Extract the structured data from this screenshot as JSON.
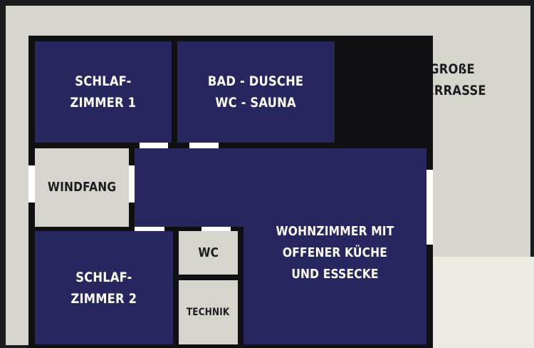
{
  "rooms": {
    "schlafzimmer1": "SCHLAF-\nZIMMER 1",
    "bad": "BAD - DUSCHE\nWC - SAUNA",
    "windfang": "WINDFANG",
    "wohnzimmer": "WOHNZIMMER MIT\nOFFENER KÜCHE\nUND ESSECKE",
    "schlafzimmer2": "SCHLAF-\nZIMMER 2",
    "wc": "WC",
    "technik": "TECHNIK",
    "terrasse": "GROßE\nTERRASSE"
  },
  "colors": {
    "room_fill": "#28265e",
    "wall": "#101012",
    "outdoor": "#d6d5cd",
    "door_gap": "#ffffff"
  }
}
